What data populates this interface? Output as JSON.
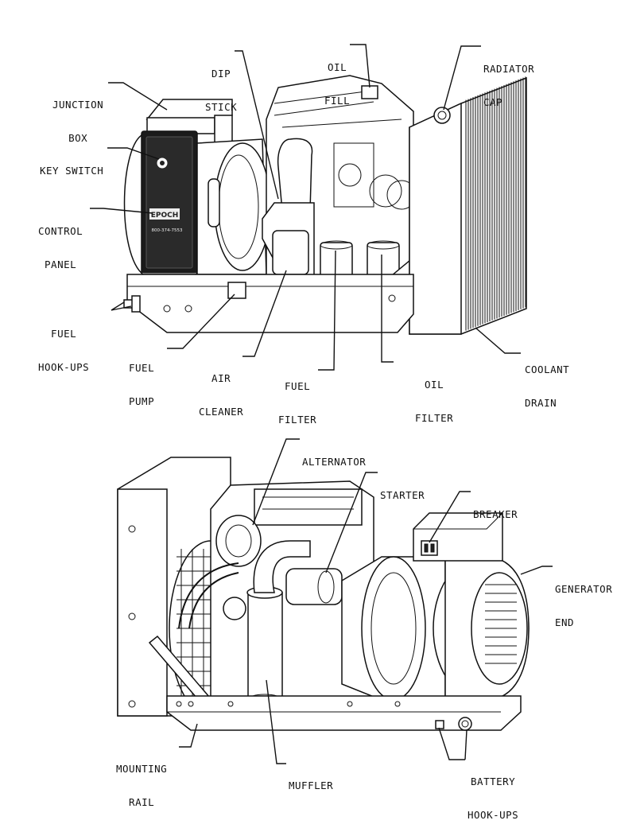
{
  "top_view": {
    "labels": {
      "junction_box": [
        "JUNCTION",
        "BOX"
      ],
      "key_switch": [
        "KEY SWITCH"
      ],
      "control_panel": [
        "CONTROL",
        "PANEL"
      ],
      "fuel_hookups": [
        "FUEL",
        "HOOK-UPS"
      ],
      "fuel_pump": [
        "FUEL",
        "PUMP"
      ],
      "air_cleaner": [
        "AIR",
        "CLEANER"
      ],
      "fuel_filter": [
        "FUEL",
        "FILTER"
      ],
      "oil_filter": [
        "OIL",
        "FILTER"
      ],
      "coolant_drain": [
        "COOLANT",
        "DRAIN"
      ],
      "dip_stick": [
        "DIP",
        "STICK"
      ],
      "oil_fill": [
        "OIL",
        "FILL"
      ],
      "radiator_cap": [
        "RADIATOR",
        "CAP"
      ]
    }
  },
  "bottom_view": {
    "labels": {
      "alternator": [
        "ALTERNATOR"
      ],
      "starter": [
        "STARTER"
      ],
      "breaker": [
        "BREAKER"
      ],
      "generator_end": [
        "GENERATOR",
        "END"
      ],
      "mounting_rail": [
        "MOUNTING",
        "RAIL"
      ],
      "muffler": [
        "MUFFLER"
      ],
      "battery_hookups": [
        "BATTERY",
        "HOOK-UPS"
      ]
    }
  },
  "panel_text": {
    "brand": "EPOCH",
    "phone": "800-374-7553"
  }
}
